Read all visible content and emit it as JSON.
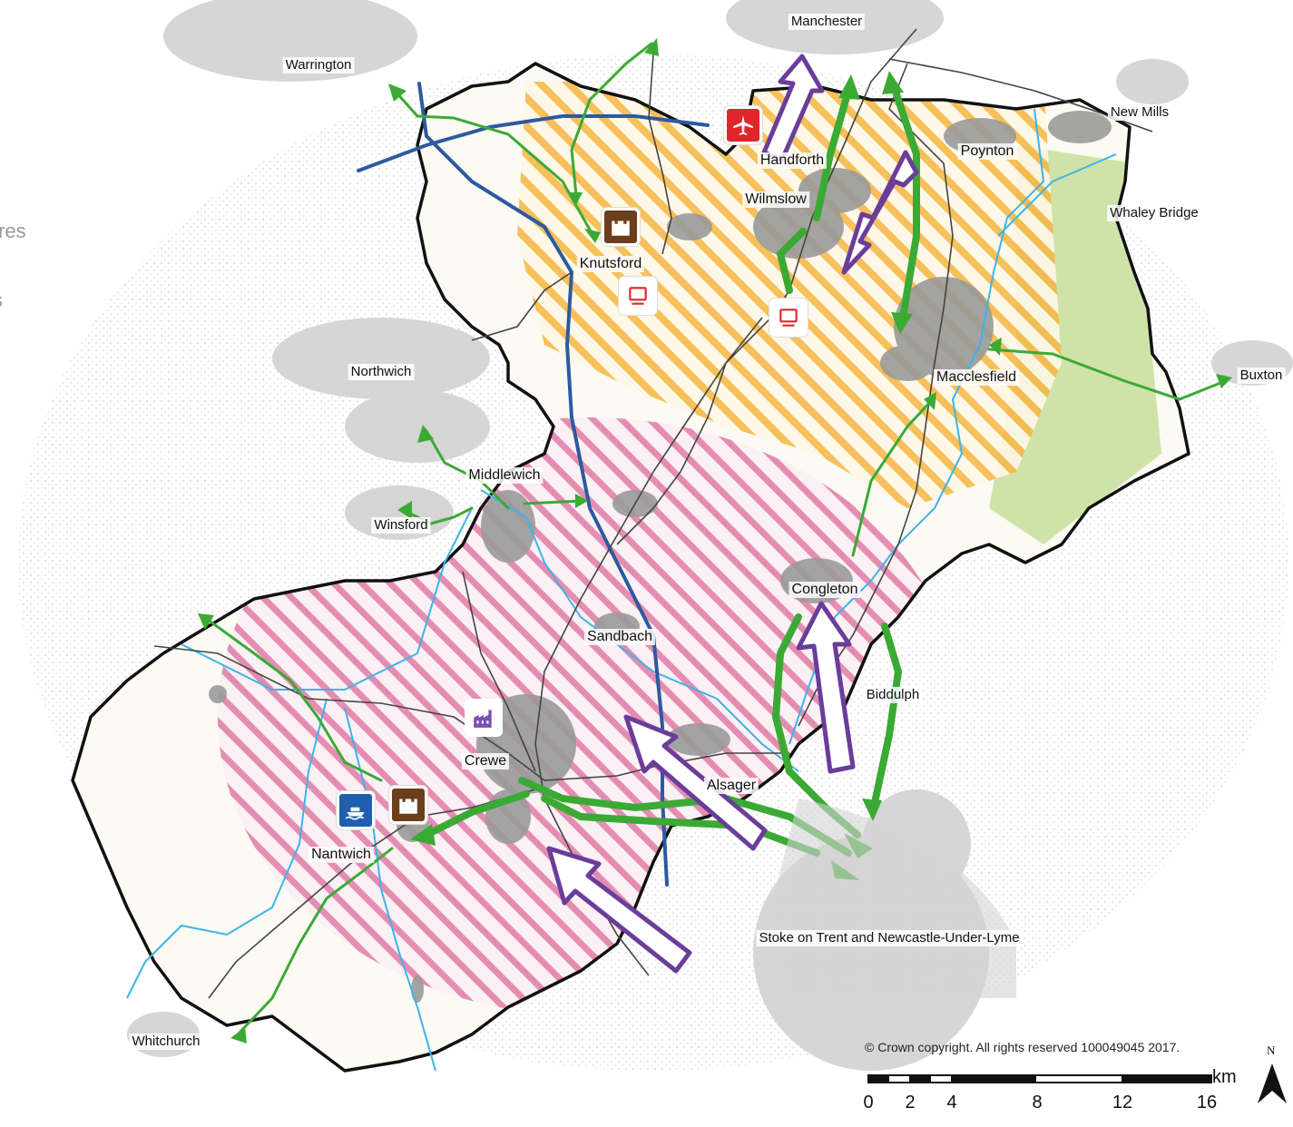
{
  "places": {
    "manchester": "Manchester",
    "warrington": "Warrington",
    "new_mills": "New Mills",
    "handforth": "Handforth",
    "poynton": "Poynton",
    "wilmslow": "Wilmslow",
    "whaley_bridge": "Whaley Bridge",
    "knutsford": "Knutsford",
    "northwich": "Northwich",
    "macclesfield": "Macclesfield",
    "buxton": "Buxton",
    "middlewich": "Middlewich",
    "winsford": "Winsford",
    "congleton": "Congleton",
    "sandbach": "Sandbach",
    "biddulph": "Biddulph",
    "crewe": "Crewe",
    "alsager": "Alsager",
    "nantwich": "Nantwich",
    "stoke": "Stoke on Trent and Newcastle-Under-Lyme",
    "whitchurch": "Whitchurch"
  },
  "legend_fragments": {
    "line1": "tres",
    "line2": "s"
  },
  "copyright": "© Crown copyright. All rights reserved 100049045 2017.",
  "scale": {
    "unit": "km",
    "ticks": [
      "0",
      "2",
      "4",
      "8",
      "12",
      "16"
    ]
  },
  "north_label": "N",
  "icons": {
    "airport": "airport-icon",
    "heritage": "castle-icon",
    "science": "screen-icon",
    "industry": "factory-icon",
    "canal": "canal-boat-icon"
  },
  "colors": {
    "north_zone_hatch": "#f5b94a",
    "south_zone_hatch": "#e07aa8",
    "peak_zone": "#cfe3a8",
    "green_links": "#3aaa35",
    "purple_arrows": "#6a3d9a",
    "motorway": "#2c5aa0",
    "rivers": "#3db4e8",
    "railway": "#444444",
    "boundary": "#111111",
    "urban": "#9a9a9a",
    "neighbour": "#cfcfcf"
  }
}
